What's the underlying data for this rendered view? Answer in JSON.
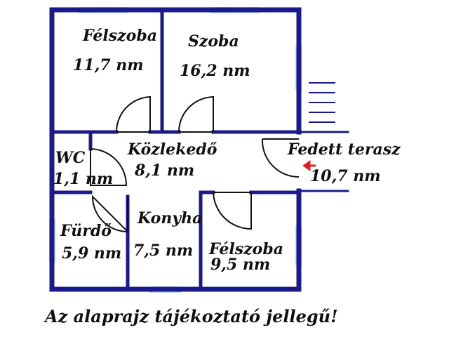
{
  "colors": {
    "wall": "#1a1a8c",
    "window": "#b8d8f0",
    "arrow": "#e02020",
    "text": "#111111"
  },
  "rooms": [
    {
      "name": "Félszoba",
      "area": "11,7 nm"
    },
    {
      "name": "Szoba",
      "area": "16,2 nm"
    },
    {
      "name": "Közlekedő",
      "area": "8,1 nm"
    },
    {
      "name": "WC",
      "area": "1,1 nm"
    },
    {
      "name": "Fedett terasz",
      "area": "10,7 nm"
    },
    {
      "name": "Fürdő",
      "area": "5,9 nm"
    },
    {
      "name": "Konyha",
      "area": "7,5 nm"
    },
    {
      "name": "Félszoba",
      "area": "9,5 nm"
    }
  ],
  "note": "Az alaprajz tájékoztató jellegű!"
}
